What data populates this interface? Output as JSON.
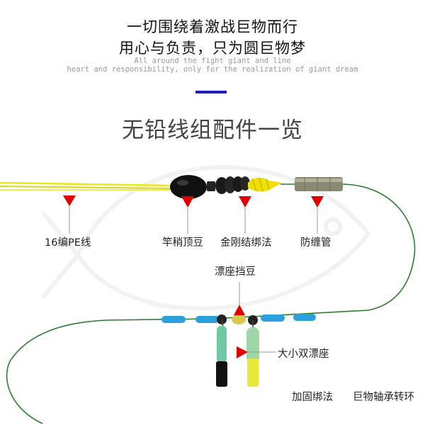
{
  "header": {
    "slogan_line1": "一切围绕着激战巨物而行",
    "slogan_line2": "用心与负责，只为圆巨物梦",
    "english_line1": "All around the fight giant and line",
    "english_line2": "heart and responsibility, only for the realization of giant dream",
    "accent_color": "#1d1db8"
  },
  "title": "无铅线组配件一览",
  "labels": {
    "pe_line": "16编PE线",
    "stopper_bead": "竿稍顶豆",
    "knot": "金刚结绑法",
    "anti_tangle_tube": "防缠管",
    "float_seat_bead": "漂座挡豆",
    "float_seats": "大小双漂座",
    "reinforced_tie": "加固绑法",
    "swivel": "巨物轴承转环"
  },
  "colors": {
    "pe_line": "#e8e81a",
    "main_line": "#2e7d32",
    "marker": "#e00000",
    "bead": "#2aa0dc"
  }
}
